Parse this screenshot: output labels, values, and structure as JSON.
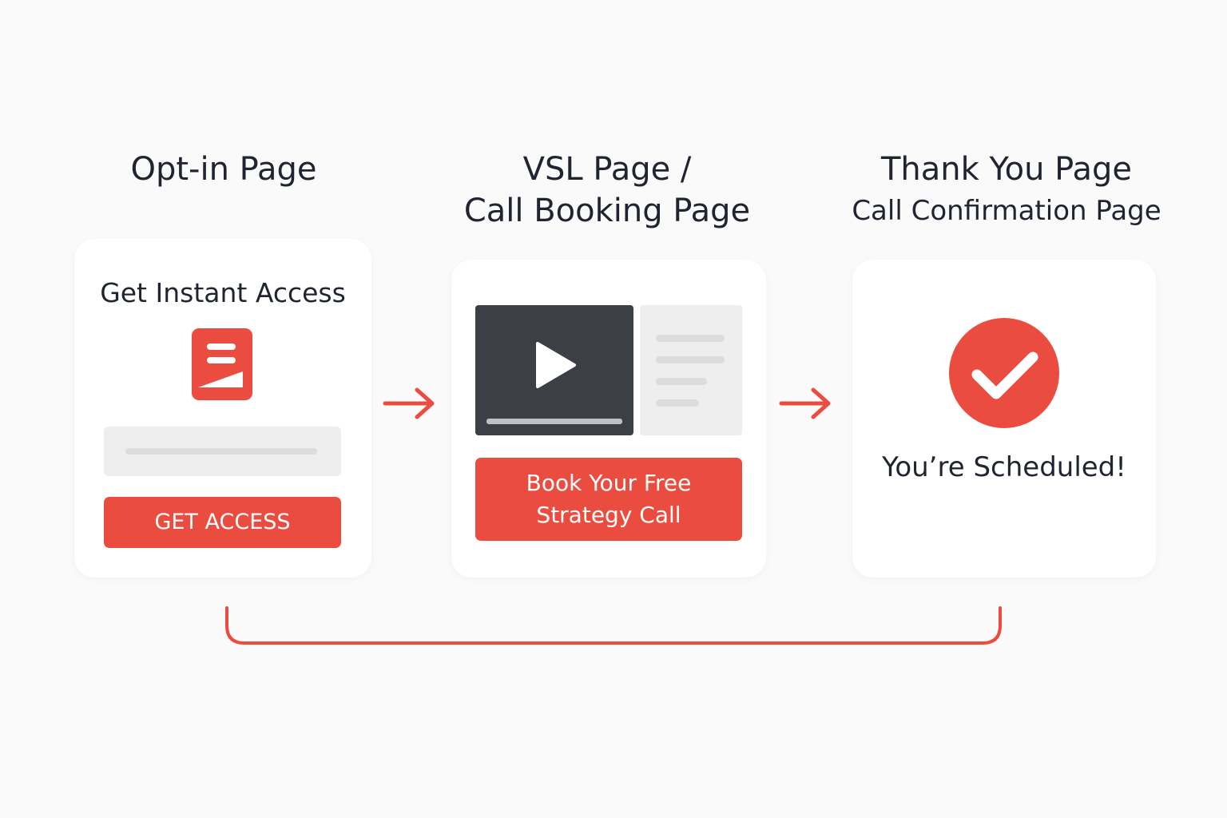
{
  "colors": {
    "accent": "#eb4c40",
    "text": "#1f2430",
    "background": "#fafafa",
    "card": "#ffffff"
  },
  "steps": [
    {
      "title": "Opt-in Page",
      "card": {
        "heading": "Get Instant Access",
        "icon": "document-icon",
        "input_placeholder_bar": true,
        "button_label": "GET ACCESS"
      }
    },
    {
      "title_line1": "VSL Page /",
      "title_line2": "Call Booking Page",
      "card": {
        "video_icon": "play-icon",
        "button_line1": "Book Your Free",
        "button_line2": "Strategy Call"
      }
    },
    {
      "title": "Thank You Page",
      "subtitle": "Call Confirmation Page",
      "card": {
        "icon": "checkmark-icon",
        "message": "You’re Scheduled!"
      }
    }
  ],
  "connectors": [
    "arrow-right-icon",
    "arrow-right-icon",
    "bracket"
  ]
}
